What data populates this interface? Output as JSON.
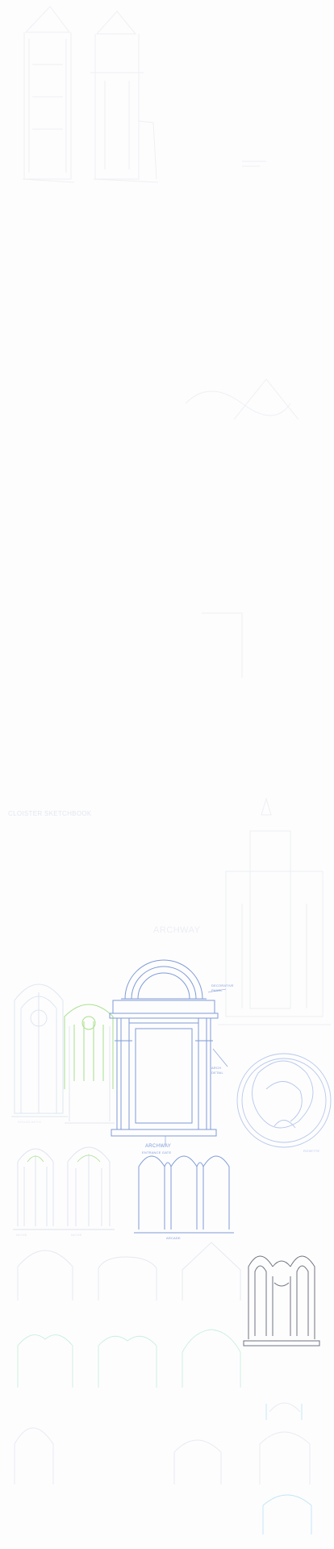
{
  "sheet": {
    "ink": {
      "faint": "#e6e9ee",
      "pale": "#dfe6f0",
      "blue": "#7f9cd6",
      "green": "#a8e08c",
      "cyan": "#bfe6f4",
      "mint": "#c9f0dc",
      "dark": "#6f7480"
    }
  },
  "labels": {
    "cloister_heading": "CLOISTER SKETCHBOOK",
    "window_note": "ROUND ARCH",
    "archway_title": "ARCHWAY",
    "archway_subtitle": "ENTRANCE GATE",
    "archway_note_right_1": "DECORATIVE",
    "archway_note_right_2": "PANEL",
    "archway_note_mid_1": "ARCH",
    "archway_note_mid_2": "DETAIL",
    "rosette_caption": "ROSETTE",
    "niche_left": "NICHE",
    "niche_right": "NICHE",
    "arcade_caption": "ARCADE"
  }
}
